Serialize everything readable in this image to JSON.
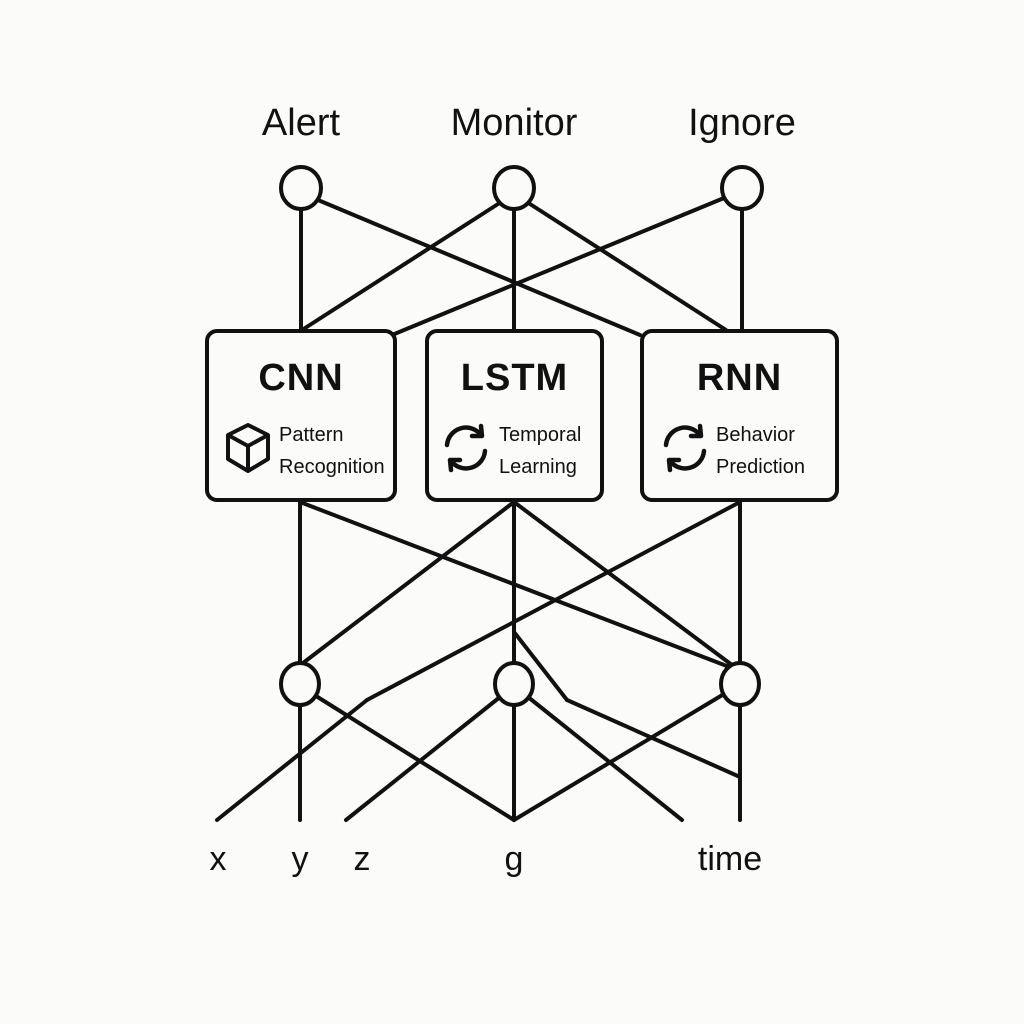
{
  "diagram": {
    "outputs": [
      {
        "label": "Alert"
      },
      {
        "label": "Monitor"
      },
      {
        "label": "Ignore"
      }
    ],
    "models": [
      {
        "title": "CNN",
        "icon": "cube-icon",
        "subtitle_line1": "Pattern",
        "subtitle_line2": "Recognition"
      },
      {
        "title": "LSTM",
        "icon": "refresh-cycle-icon",
        "subtitle_line1": "Temporal",
        "subtitle_line2": "Learning"
      },
      {
        "title": "RNN",
        "icon": "refresh-cycle-icon",
        "subtitle_line1": "Behavior",
        "subtitle_line2": "Prediction"
      }
    ],
    "inputs": [
      {
        "label": "x"
      },
      {
        "label": "y"
      },
      {
        "label": "z"
      },
      {
        "label": "g"
      },
      {
        "label": "time"
      }
    ],
    "colors": {
      "stroke": "#111111",
      "background": "#fbfbf9"
    }
  }
}
